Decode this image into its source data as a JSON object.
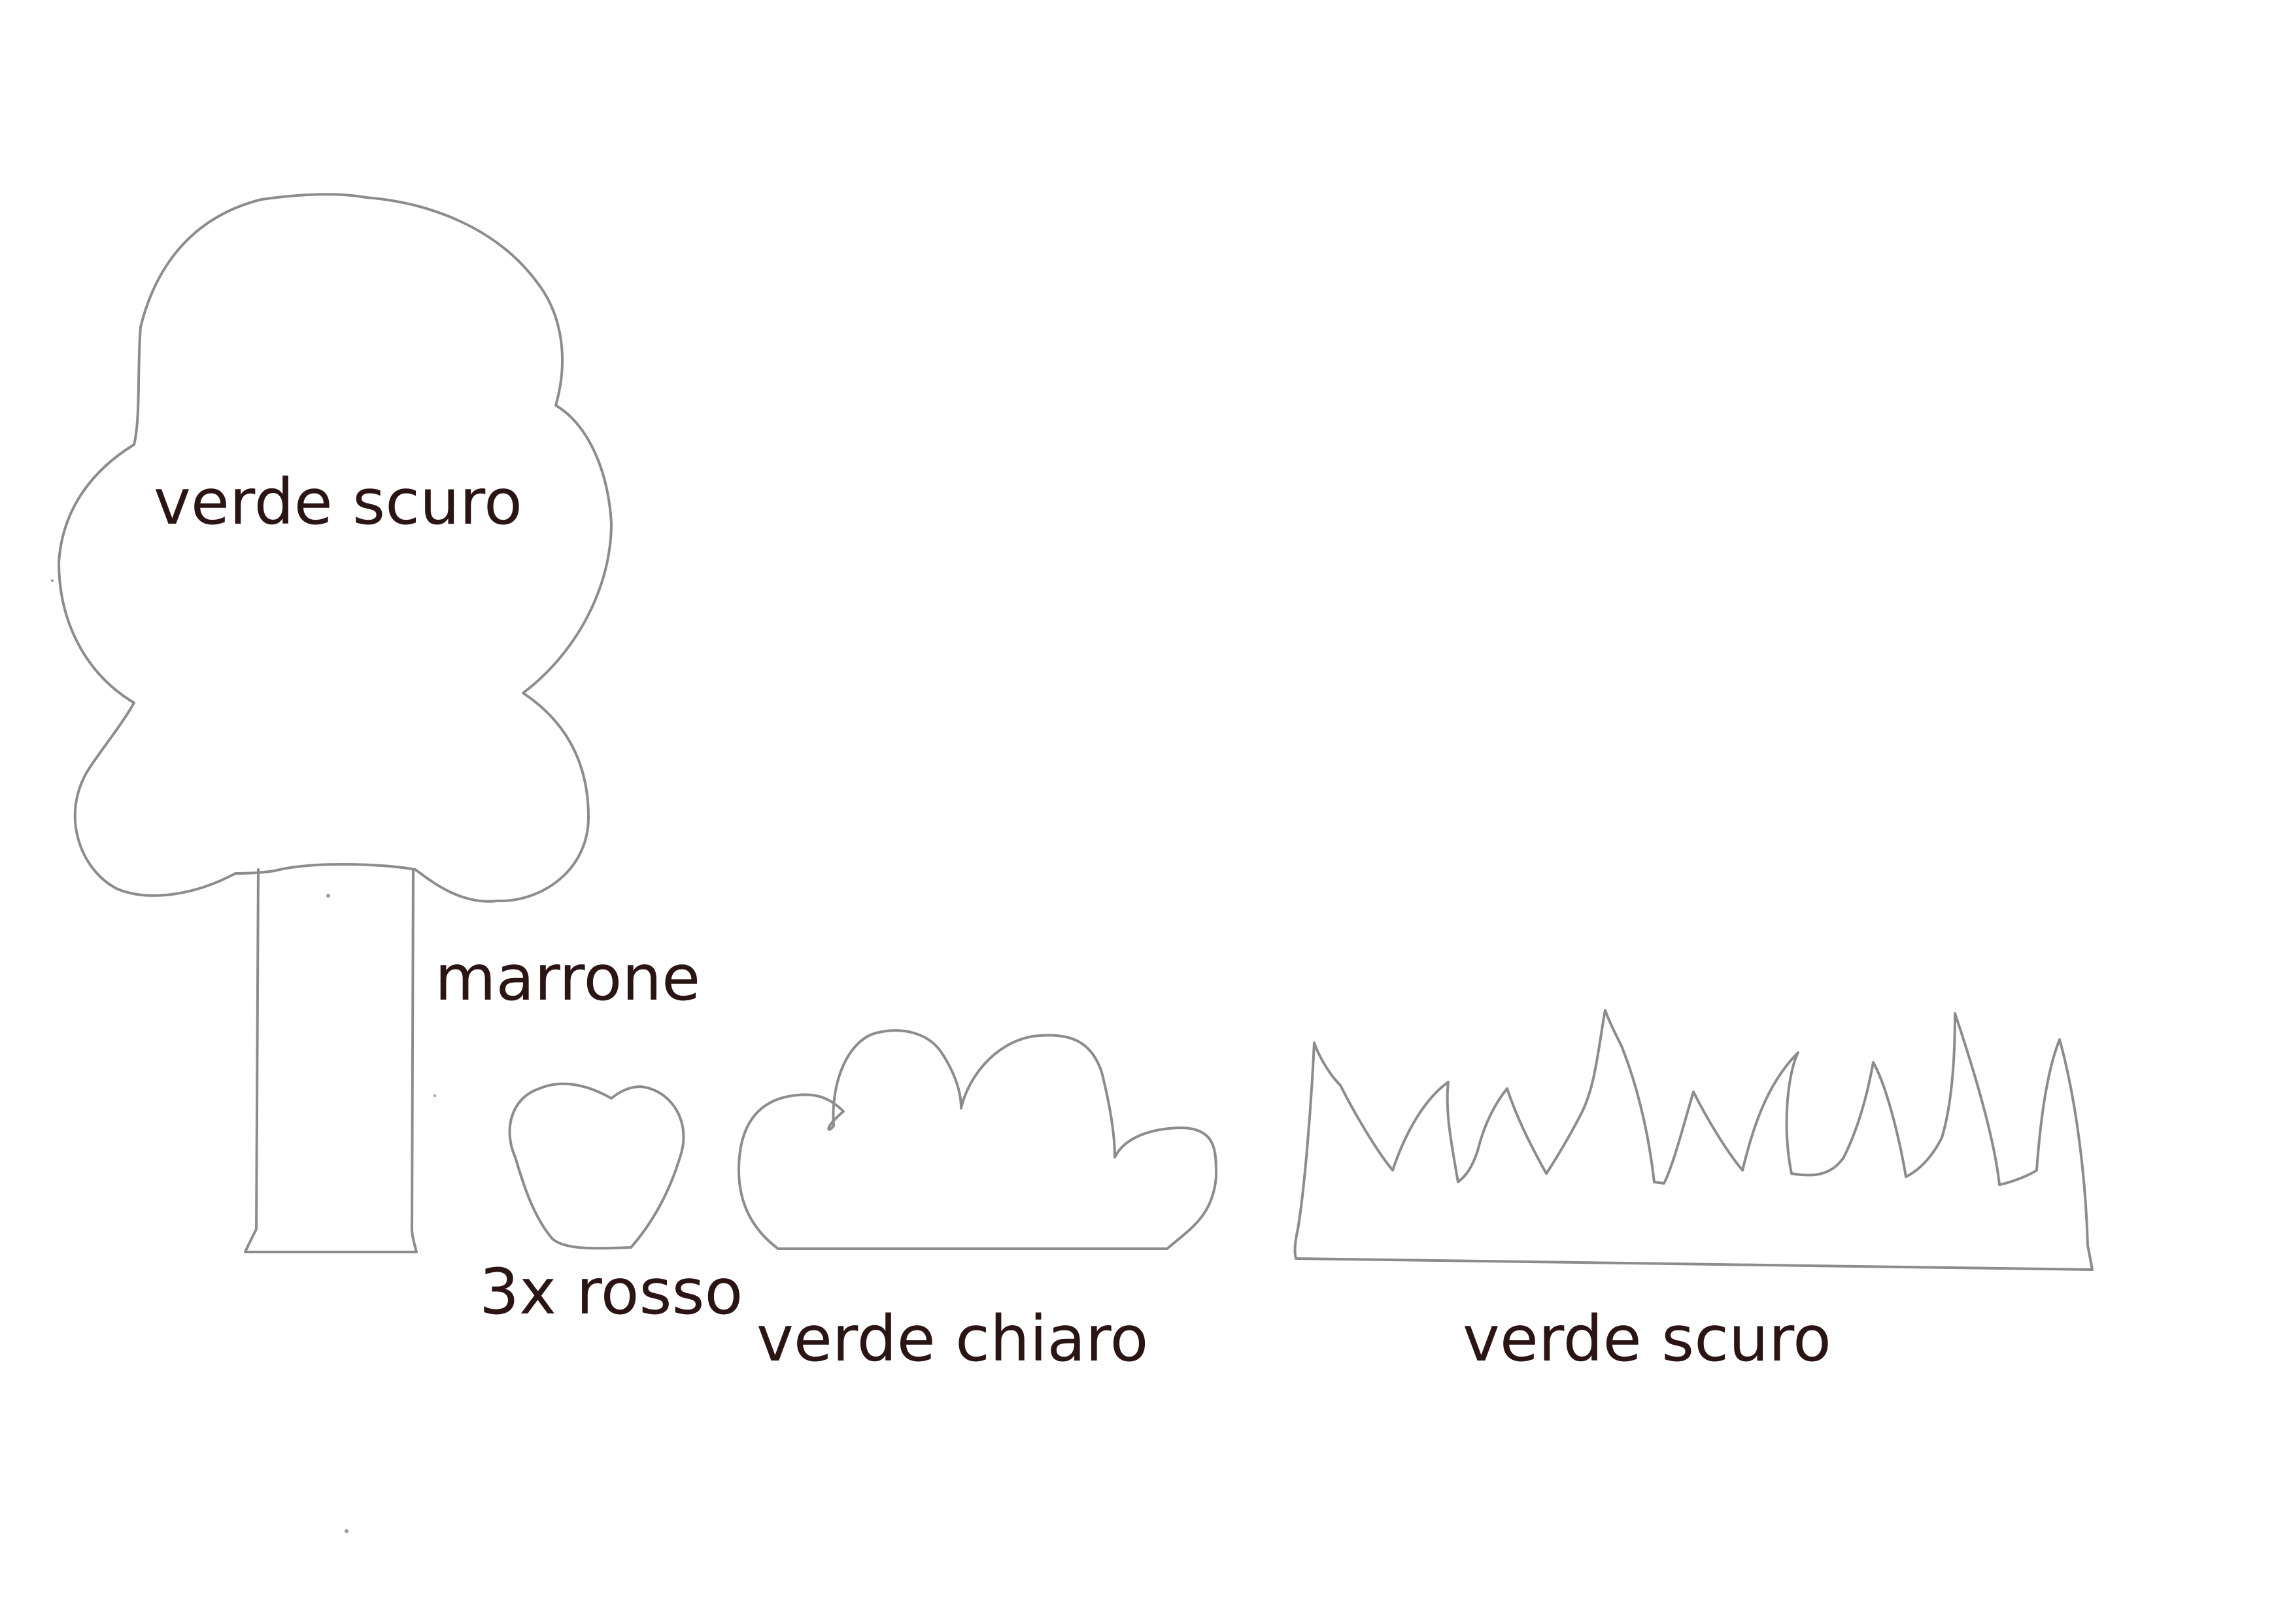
{
  "labels": {
    "tree_crown": "verde scuro",
    "tree_trunk": "marrone",
    "apple": "3x rosso",
    "bush": "verde chiaro",
    "grass": "verde scuro"
  },
  "colors": {
    "outline": "#8c8c8c",
    "text": "#2a1414",
    "background": "#ffffff"
  }
}
